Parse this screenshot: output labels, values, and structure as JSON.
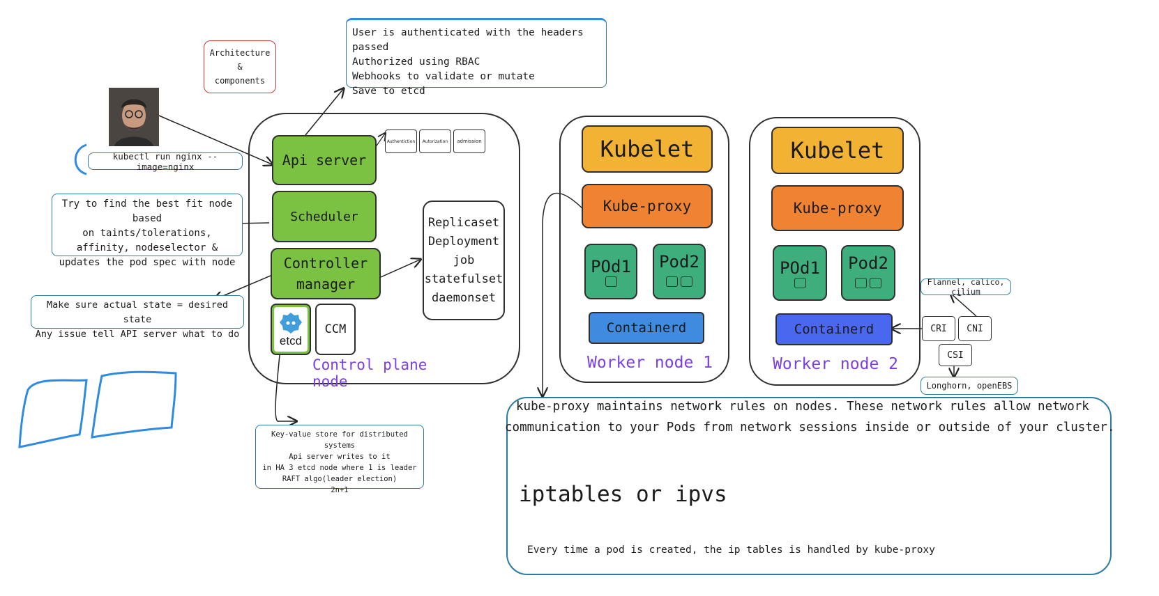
{
  "architecture_note": {
    "line1": "Architecture",
    "line2": "&",
    "line3": "components"
  },
  "auth_note": {
    "line1": "User is authenticated with the headers passed",
    "line2": "Authorized using RBAC",
    "line3": "Webhooks to validate or mutate",
    "line4": "Save to etcd"
  },
  "kubectl_command": "kubectl run nginx --image=nginx",
  "scheduler_note": {
    "line1": "Try to find the best fit node based",
    "line2": "on taints/tolerations,",
    "line3": "affinity, nodeselector &",
    "line4": "updates the pod spec with node"
  },
  "controller_note": {
    "line1": "Make sure actual state = desired state",
    "line2": "Any issue tell API server what to do"
  },
  "control_plane": {
    "label": "Control plane node",
    "api_server": "Api server",
    "scheduler": "Scheduler",
    "controller_line1": "Controller",
    "controller_line2": "manager",
    "etcd": "etcd",
    "ccm": "CCM",
    "auth_steps": [
      "Authentiction",
      "Autorization",
      "admission"
    ]
  },
  "workloads": [
    "Replicaset",
    "Deployment",
    "job",
    "statefulset",
    "daemonset"
  ],
  "etcd_note": {
    "line1": "Key-value store for distributed systems",
    "line2": "Api server writes to it",
    "line3": "in HA 3 etcd node where 1 is leader",
    "line4": "RAFT algo(leader election)",
    "line5": "2n+1"
  },
  "worker1": {
    "kubelet": "Kubelet",
    "kube_proxy": "Kube-proxy",
    "pod1": "POd1",
    "pod2": "Pod2",
    "runtime": "Containerd",
    "label": "Worker node 1"
  },
  "worker2": {
    "kubelet": "Kubelet",
    "kube_proxy": "Kube-proxy",
    "pod1": "POd1",
    "pod2": "Pod2",
    "runtime": "Containerd",
    "label": "Worker node 2"
  },
  "interfaces": {
    "cri": "CRI",
    "cni": "CNI",
    "csi": "CSI",
    "cni_note": "Flannel, calico, cilium",
    "csi_note": "Longhorn, openEBS"
  },
  "kube_proxy_note": {
    "line1": "kube-proxy maintains network rules on nodes. These network rules allow network",
    "line2": "communication to your Pods from network sessions inside or outside of your cluster.",
    "iptables": "iptables or ipvs",
    "footer": "Every time a pod is created, the ip tables is handled by kube-proxy"
  },
  "colors": {
    "component_green": "#7cc242",
    "kubelet_yellow": "#f2b233",
    "kube_proxy_orange": "#f08331",
    "pod_green": "#3fae7d",
    "containerd_blue1": "#3f8be0",
    "containerd_blue2": "#4a67f0",
    "node_label_purple": "#7a3fe0",
    "note_border": "#2b7ca0",
    "architecture_border": "#c83c3c"
  }
}
